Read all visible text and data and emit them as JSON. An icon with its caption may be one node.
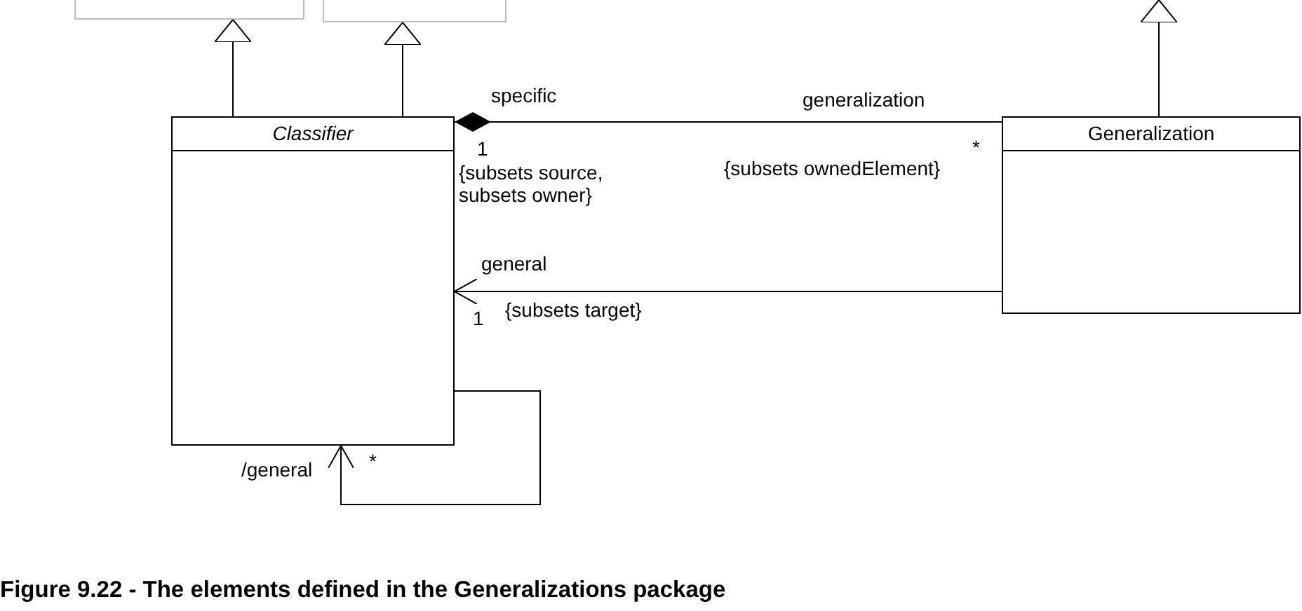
{
  "diagram": {
    "caption": "Figure 9.22 - The elements defined in the Generalizations package",
    "nodes": [
      {
        "text": [],
        "shape": "box"
      },
      {
        "text": [],
        "shape": "box"
      },
      {
        "text": [
          "Classifier"
        ]
      },
      {
        "text": [
          "Generalization"
        ]
      }
    ],
    "edges": [
      {
        "from": 2,
        "to": 0,
        "arrow": "to"
      },
      {
        "from": 2,
        "to": 1,
        "arrow": "to"
      },
      {
        "from": 3,
        "to": null,
        "arrow": "to"
      },
      {
        "from": 3,
        "to": 2,
        "arrow": "other"
      },
      {
        "from": 3,
        "to": 2,
        "arrow": "to"
      },
      {
        "from": 2,
        "to": 2,
        "arrow": "to"
      }
    ],
    "labels": [
      "specific",
      "generalization",
      "1",
      "*",
      "{subsets source, subsets owner}",
      "{subsets ownedElement}",
      "general",
      "1",
      "{subsets target}",
      "/general",
      "*"
    ]
  }
}
